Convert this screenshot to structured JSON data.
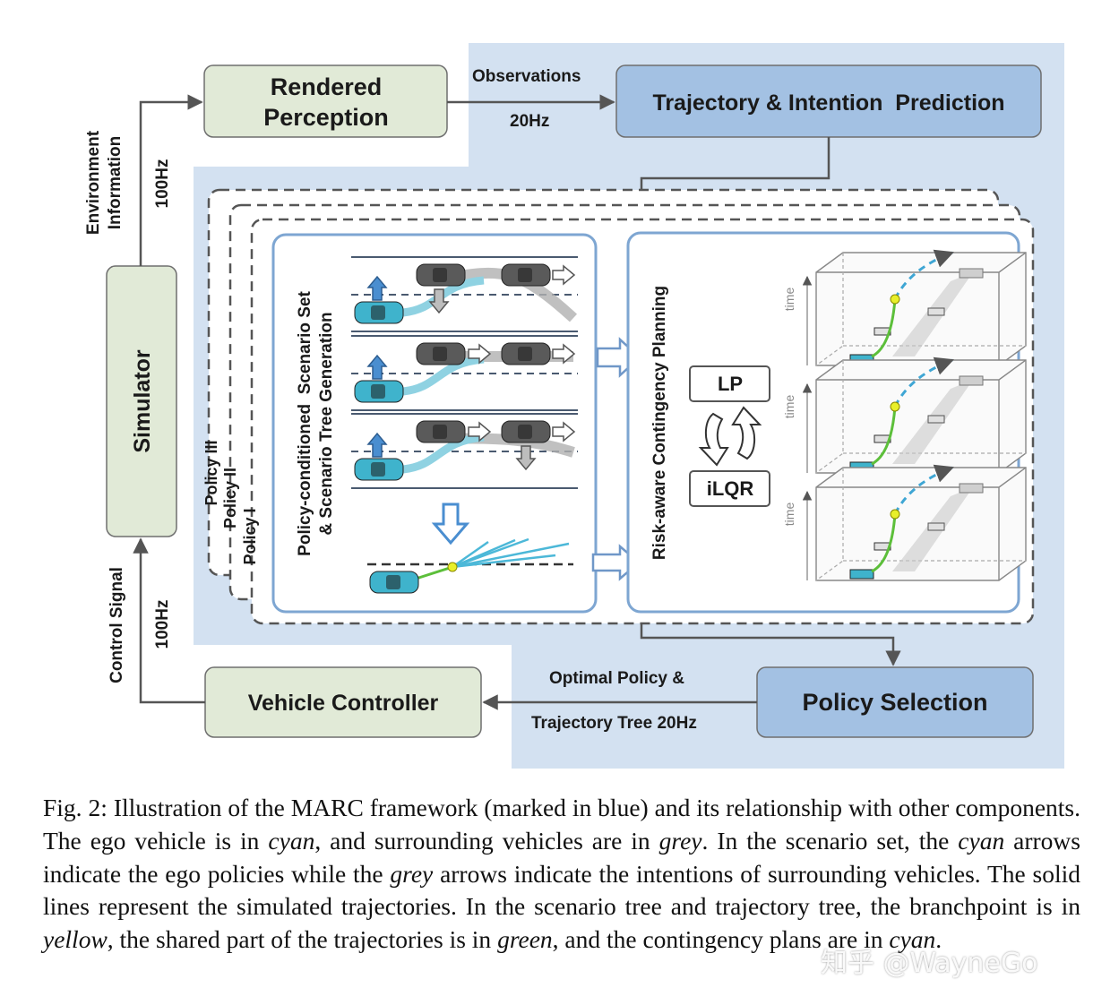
{
  "figure": {
    "boxes": {
      "rendered_perception": [
        "Rendered",
        "Perception"
      ],
      "trajectory_prediction": "Trajectory & Intention  Prediction",
      "simulator": "Simulator",
      "vehicle_controller": "Vehicle Controller",
      "policy_selection": "Policy Selection",
      "lp": "LP",
      "ilqr": "iLQR"
    },
    "edge_labels": {
      "observations": "Observations",
      "observations_rate": "20Hz",
      "environment_info": [
        "Environment",
        "Information"
      ],
      "env_rate": "100Hz",
      "control_signal": "Control Signal",
      "control_rate": "100Hz",
      "optimal_policy": "Optimal Policy &",
      "trajectory_tree": "Trajectory Tree 20Hz"
    },
    "policies": [
      "Policy III",
      "Policy II",
      "Policy I"
    ],
    "scenario_panel": [
      "Policy-conditioned  Scenario Set",
      "& Scenario Tree Generation"
    ],
    "planning_panel": "Risk-aware Contingency Planning",
    "time_label": "time",
    "colors": {
      "blue_region": "#d3e1f1",
      "green_box": "#e1ead7",
      "blue_box": "#a3c1e3",
      "ego_cyan": "#3fb3cc",
      "surrounding_grey": "#5a5a5a",
      "shared_green": "#5cbf3a",
      "branchpoint_yellow": "#e8ef2a"
    }
  },
  "caption": {
    "parts": [
      {
        "t": "Fig. 2: Illustration of the MARC framework (marked in blue) and its relationship with other components. The ego vehicle is in ",
        "i": false
      },
      {
        "t": "cyan",
        "i": true
      },
      {
        "t": ", and surrounding vehicles are in ",
        "i": false
      },
      {
        "t": "grey",
        "i": true
      },
      {
        "t": ". In the scenario set, the ",
        "i": false
      },
      {
        "t": "cyan",
        "i": true
      },
      {
        "t": " arrows indicate the ego policies while the ",
        "i": false
      },
      {
        "t": "grey",
        "i": true
      },
      {
        "t": " arrows indicate the intentions of surrounding vehicles. The solid lines represent the simulated trajectories. In the scenario tree and trajectory tree, the branchpoint is in ",
        "i": false
      },
      {
        "t": "yellow",
        "i": true
      },
      {
        "t": ", the shared part of the trajectories is in ",
        "i": false
      },
      {
        "t": "green",
        "i": true
      },
      {
        "t": ", and the contingency plans are in ",
        "i": false
      },
      {
        "t": "cyan",
        "i": true
      },
      {
        "t": ".",
        "i": false
      }
    ]
  },
  "watermark": "知乎 @WayneGo"
}
